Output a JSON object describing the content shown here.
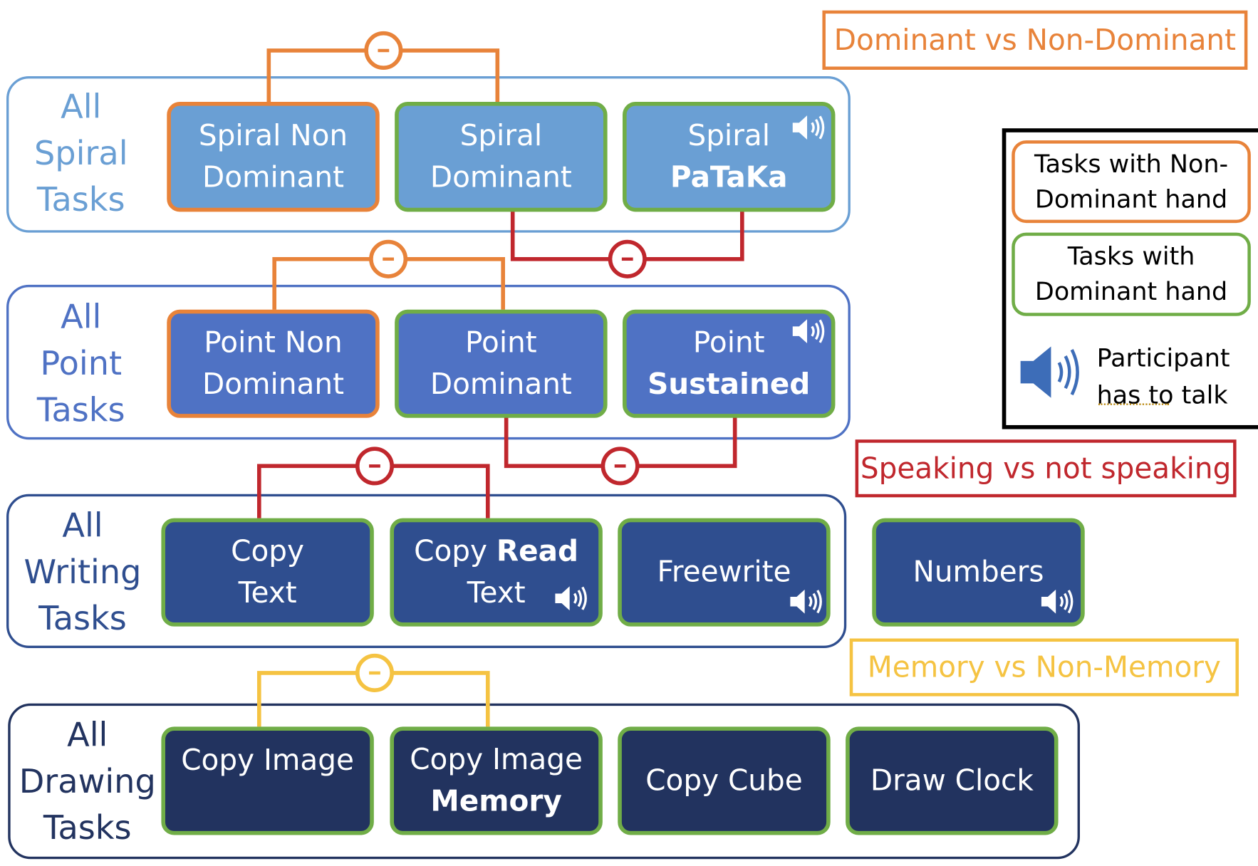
{
  "colors": {
    "orange": "#E8833A",
    "green": "#70AD47",
    "red": "#C0272D",
    "yellow": "#F5C342",
    "spiral_group": "#6A9FD4",
    "point_group": "#4F72C4",
    "writing_group": "#2F4E8F",
    "drawing_group": "#22335F"
  },
  "groups": {
    "spiral": {
      "label": [
        "All",
        "Spiral",
        "Tasks"
      ]
    },
    "point": {
      "label": [
        "All",
        "Point",
        "Tasks"
      ]
    },
    "writing": {
      "label": [
        "All",
        "Writing",
        "Tasks"
      ]
    },
    "drawing": {
      "label": [
        "All",
        "Drawing",
        "Tasks"
      ]
    }
  },
  "tasks": {
    "spiral_non_dominant": [
      "Spiral Non",
      "Dominant"
    ],
    "spiral_dominant": [
      "Spiral",
      "Dominant"
    ],
    "spiral_pataka": [
      "Spiral",
      "PaTaKa"
    ],
    "point_non_dominant": [
      "Point Non",
      "Dominant"
    ],
    "point_dominant": [
      "Point",
      "Dominant"
    ],
    "point_sustained": [
      "Point",
      "Sustained"
    ],
    "copy_text": [
      "Copy",
      "Text"
    ],
    "copy_read_text": [
      "Copy",
      "Read",
      "Text"
    ],
    "freewrite": "Freewrite",
    "numbers": "Numbers",
    "copy_image": "Copy Image",
    "copy_image_memory": [
      "Copy Image",
      "Memory"
    ],
    "copy_cube": "Copy Cube",
    "draw_clock": "Draw Clock"
  },
  "comparisons": {
    "dominant": "Dominant vs Non-Dominant",
    "speaking": "Speaking vs not speaking",
    "memory": "Memory vs Non-Memory"
  },
  "legend": {
    "non_dominant": [
      "Tasks with Non-",
      "Dominant hand"
    ],
    "dominant": [
      "Tasks with",
      "Dominant hand"
    ],
    "talk": [
      "Participant",
      "has to talk"
    ],
    "icons": [
      "speaker-icon",
      "minus-circle-icon"
    ]
  }
}
